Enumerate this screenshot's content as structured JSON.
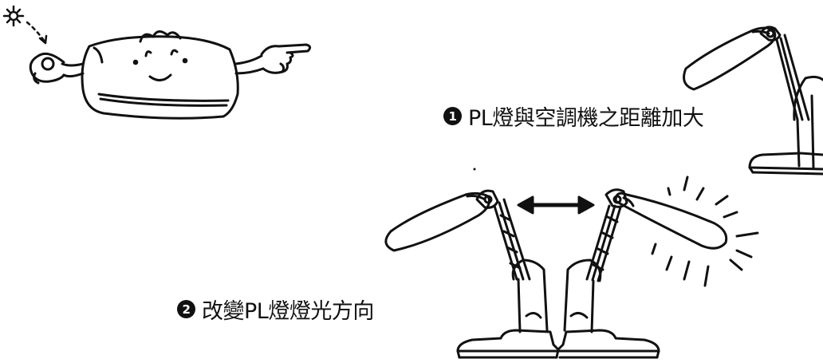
{
  "labels": [
    {
      "number": "1",
      "text": "PL燈與空調機之距離加大"
    },
    {
      "number": "2",
      "text": "改變PL燈燈光方向"
    }
  ]
}
